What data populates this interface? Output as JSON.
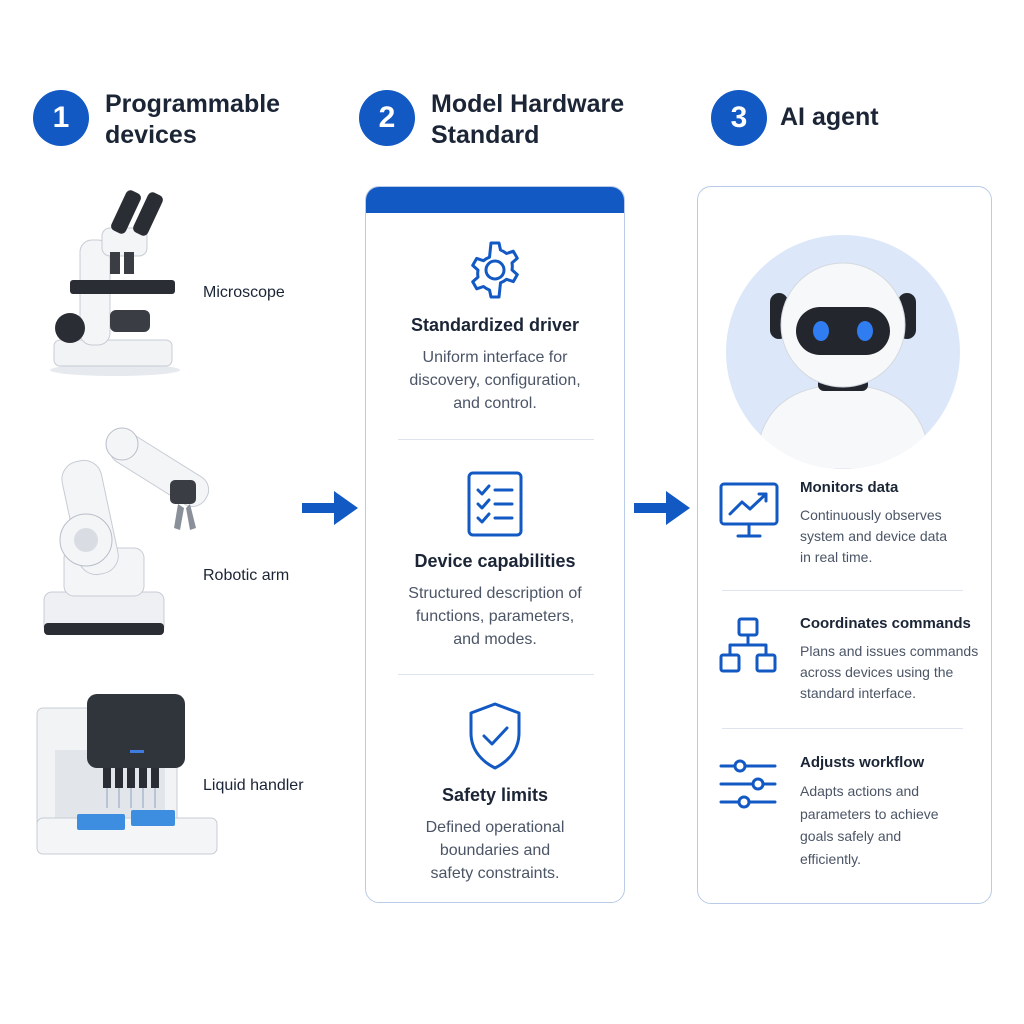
{
  "steps": [
    {
      "number": "1",
      "title": "Programmable\ndevices"
    },
    {
      "number": "2",
      "title": "Model Hardware\nStandard"
    },
    {
      "number": "3",
      "title": "AI agent"
    }
  ],
  "devices": [
    {
      "label": "Microscope",
      "icon": "microscope-icon"
    },
    {
      "label": "Robotic arm",
      "icon": "robotic-arm-icon"
    },
    {
      "label": "Liquid handler",
      "icon": "liquid-handler-icon"
    }
  ],
  "standard": {
    "sections": [
      {
        "icon": "gear-icon",
        "title": "Standardized driver",
        "description": "Uniform interface for\ndiscovery, configuration,\nand control."
      },
      {
        "icon": "checklist-icon",
        "title": "Device capabilities",
        "description": "Structured description of\nfunctions, parameters,\nand modes."
      },
      {
        "icon": "shield-check-icon",
        "title": "Safety limits",
        "description": "Defined operational\nboundaries and\nsafety constraints."
      }
    ]
  },
  "agent": {
    "avatar": "robot-avatar",
    "items": [
      {
        "icon": "monitor-chart-icon",
        "title": "Monitors data",
        "description": "Continuously observes\nsystem and device data\nin real time."
      },
      {
        "icon": "hierarchy-icon",
        "title": "Coordinates commands",
        "description": "Plans and issues commands\nacross devices using the\nstandard interface."
      },
      {
        "icon": "sliders-icon",
        "title": "Adjusts workflow",
        "description": "Adapts actions and\nparameters to achieve\ngoals safely and\nefficiently."
      }
    ]
  },
  "colors": {
    "accent": "#1259c3",
    "border": "#b9cbe8",
    "avatar_bg": "#dce8f9"
  }
}
